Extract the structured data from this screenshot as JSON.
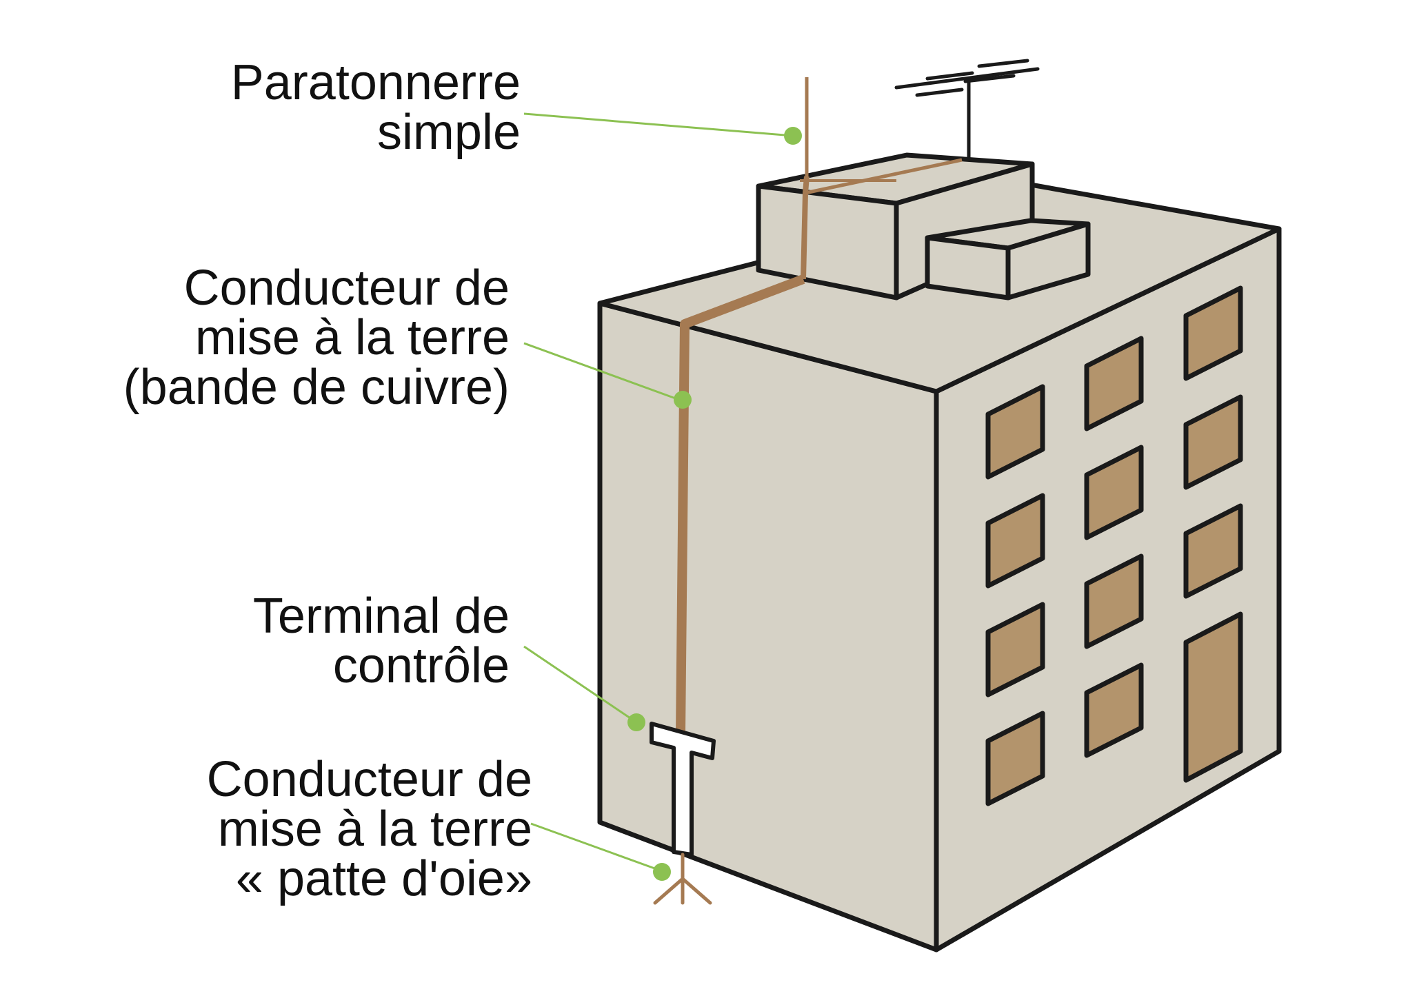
{
  "colors": {
    "wall": "#d6d2c6",
    "outline": "#1a1a1a",
    "window": "#b3946c",
    "copper": "#a57a52",
    "leader": "#8cc152",
    "background": "#ffffff"
  },
  "labels": {
    "lightning_rod": [
      "Paratonnerre",
      "simple"
    ],
    "earth_conductor": [
      "Conducteur de",
      "mise à la terre",
      "(bande de cuivre)"
    ],
    "test_terminal": [
      "Terminal de",
      "contrôle"
    ],
    "crowfoot_conductor": [
      "Conducteur de",
      "mise à la terre",
      "« patte d'oie»"
    ]
  },
  "icons": {
    "building": "building-illustration",
    "antenna": "tv-antenna-icon",
    "lightning_rod": "lightning-rod-icon",
    "test_terminal": "t-terminal-icon",
    "crowfoot": "crowfoot-earth-icon"
  }
}
